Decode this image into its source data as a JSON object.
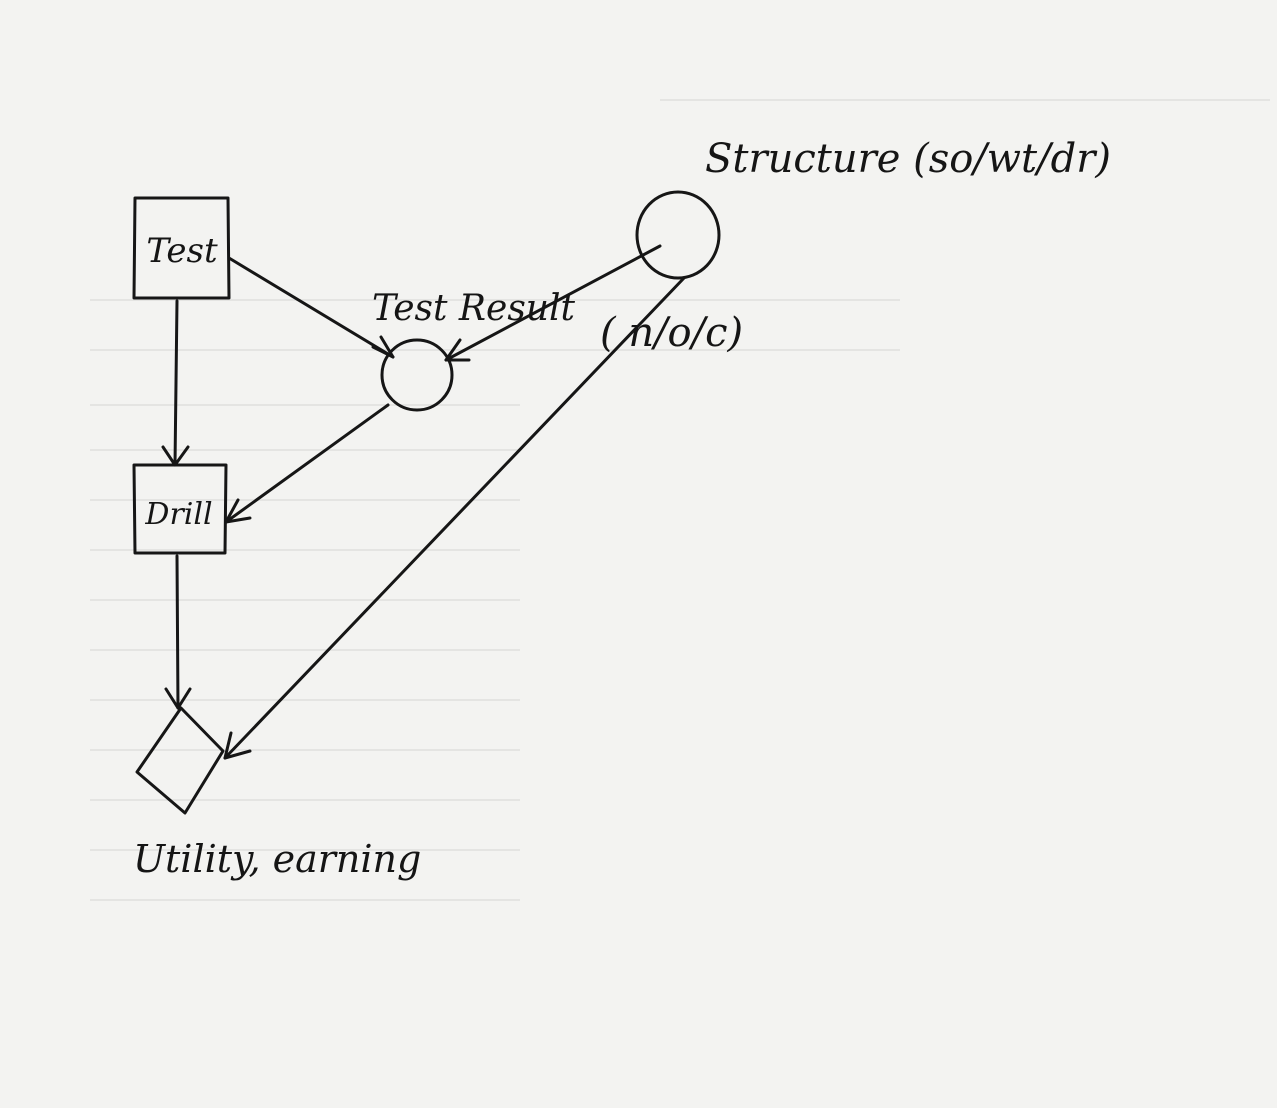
{
  "nodes": {
    "test": {
      "label": "Test",
      "shape": "rectangle"
    },
    "drill": {
      "label": "Drill",
      "shape": "rectangle"
    },
    "test_result": {
      "label": "Test Result",
      "shape": "circle"
    },
    "structure": {
      "label": "Structure (so/wt/dr)",
      "shape": "circle"
    },
    "utility": {
      "label": "Utility, earning",
      "shape": "diamond"
    }
  },
  "annotations": {
    "test_result_states": "( n/o/c)"
  },
  "edges": [
    {
      "from": "test",
      "to": "test_result"
    },
    {
      "from": "test",
      "to": "drill"
    },
    {
      "from": "structure",
      "to": "test_result"
    },
    {
      "from": "test_result",
      "to": "drill"
    },
    {
      "from": "drill",
      "to": "utility"
    },
    {
      "from": "structure",
      "to": "utility"
    }
  ],
  "colors": {
    "ink": "#161616",
    "paper": "#f3f3f1"
  }
}
